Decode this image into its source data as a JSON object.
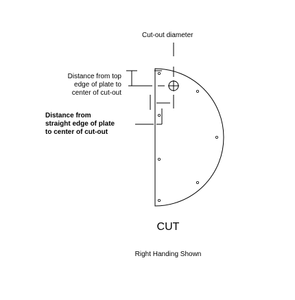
{
  "labels": {
    "cutout_diameter": "Cut-out diameter",
    "distance_top": "Distance from top\nedge of plate to\ncenter of cut-out",
    "distance_edge": "Distance from\nstraight edge of plate\nto center of cut-out",
    "cut": "CUT",
    "handing": "Right Handing Shown"
  }
}
